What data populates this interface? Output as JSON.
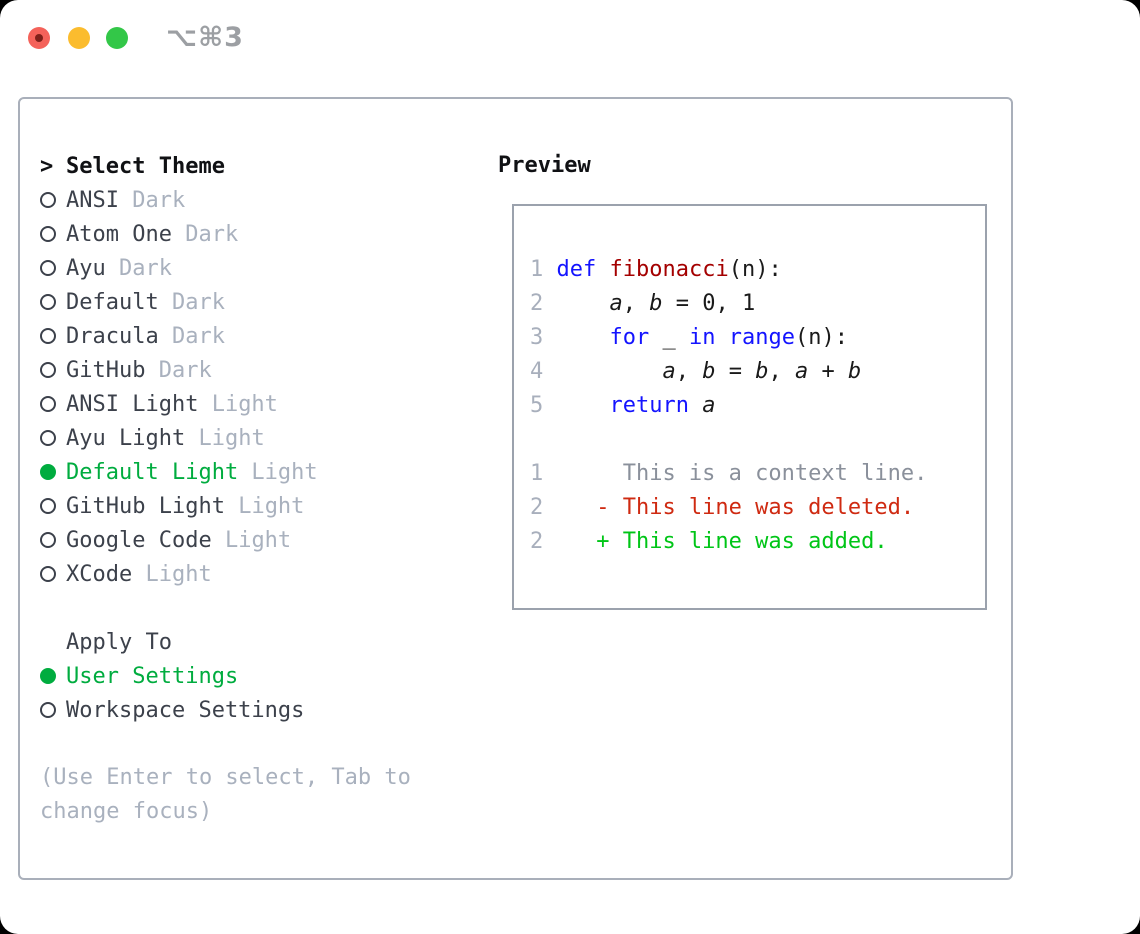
{
  "colors": {
    "tl_red": "#F4625A",
    "tl_red_dot": "#7E201A",
    "tl_yellow": "#FBBC2E",
    "tl_green": "#33C748",
    "muted_dark": "#9C9FA3",
    "border_gray": "#A9AFBA",
    "preview_border": "#9BA2AD",
    "dark_text": "#3C414B",
    "header_black": "#101114",
    "muted": "#A9B1BE",
    "accent_green": "#00AC3F",
    "kw_blue": "#1414FF",
    "fn_red": "#A40000",
    "code_black": "#1A1A1A",
    "ln_gray": "#A8AFBC",
    "ctx_gray": "#8A909B",
    "del_red": "#CF2A11",
    "add_green": "#00C517"
  },
  "window": {
    "shortcut": "⌥⌘3",
    "traffic_lights": [
      "close",
      "minimize",
      "zoom"
    ]
  },
  "theme_picker": {
    "prompt": ">",
    "title": "Select Theme",
    "items": [
      {
        "name": "ANSI",
        "variant": "Dark",
        "selected": false
      },
      {
        "name": "Atom One",
        "variant": "Dark",
        "selected": false
      },
      {
        "name": "Ayu",
        "variant": "Dark",
        "selected": false
      },
      {
        "name": "Default",
        "variant": "Dark",
        "selected": false
      },
      {
        "name": "Dracula",
        "variant": "Dark",
        "selected": false
      },
      {
        "name": "GitHub",
        "variant": "Dark",
        "selected": false
      },
      {
        "name": "ANSI Light",
        "variant": "Light",
        "selected": false
      },
      {
        "name": "Ayu Light",
        "variant": "Light",
        "selected": false
      },
      {
        "name": "Default Light",
        "variant": "Light",
        "selected": true
      },
      {
        "name": "GitHub Light",
        "variant": "Light",
        "selected": false
      },
      {
        "name": "Google Code",
        "variant": "Light",
        "selected": false
      },
      {
        "name": "XCode",
        "variant": "Light",
        "selected": false
      }
    ],
    "apply_to": {
      "title": "Apply To",
      "options": [
        {
          "label": "User Settings",
          "selected": true
        },
        {
          "label": "Workspace Settings",
          "selected": false
        }
      ]
    },
    "help_text": "(Use Enter to select, Tab to change focus)"
  },
  "preview": {
    "title": "Preview",
    "code_lines": [
      {
        "num": "1",
        "tokens": [
          {
            "t": "def",
            "c": "kw"
          },
          {
            "t": " "
          },
          {
            "t": "fibonacci",
            "c": "fn"
          },
          {
            "t": "(n):"
          }
        ]
      },
      {
        "num": "2",
        "tokens": [
          {
            "t": "    "
          },
          {
            "t": "a",
            "c": "var"
          },
          {
            "t": ", "
          },
          {
            "t": "b",
            "c": "var"
          },
          {
            "t": " = 0, 1"
          }
        ]
      },
      {
        "num": "3",
        "tokens": [
          {
            "t": "    "
          },
          {
            "t": "for",
            "c": "kw"
          },
          {
            "t": " _ "
          },
          {
            "t": "in",
            "c": "kw"
          },
          {
            "t": " "
          },
          {
            "t": "range",
            "c": "kw"
          },
          {
            "t": "(n):"
          }
        ]
      },
      {
        "num": "4",
        "tokens": [
          {
            "t": "        "
          },
          {
            "t": "a",
            "c": "var"
          },
          {
            "t": ", "
          },
          {
            "t": "b",
            "c": "var"
          },
          {
            "t": " = "
          },
          {
            "t": "b",
            "c": "var"
          },
          {
            "t": ", "
          },
          {
            "t": "a",
            "c": "var"
          },
          {
            "t": " + "
          },
          {
            "t": "b",
            "c": "var"
          }
        ]
      },
      {
        "num": "5",
        "tokens": [
          {
            "t": "    "
          },
          {
            "t": "return",
            "c": "kw"
          },
          {
            "t": " "
          },
          {
            "t": "a",
            "c": "var"
          }
        ]
      },
      {
        "num": "",
        "tokens": []
      },
      {
        "num": "1",
        "tokens": [
          {
            "t": "     This is a context line.",
            "c": "ctx"
          }
        ]
      },
      {
        "num": "2",
        "tokens": [
          {
            "t": "   - This line was deleted.",
            "c": "del"
          }
        ]
      },
      {
        "num": "2",
        "tokens": [
          {
            "t": "   + This line was added.",
            "c": "add"
          }
        ]
      }
    ]
  }
}
